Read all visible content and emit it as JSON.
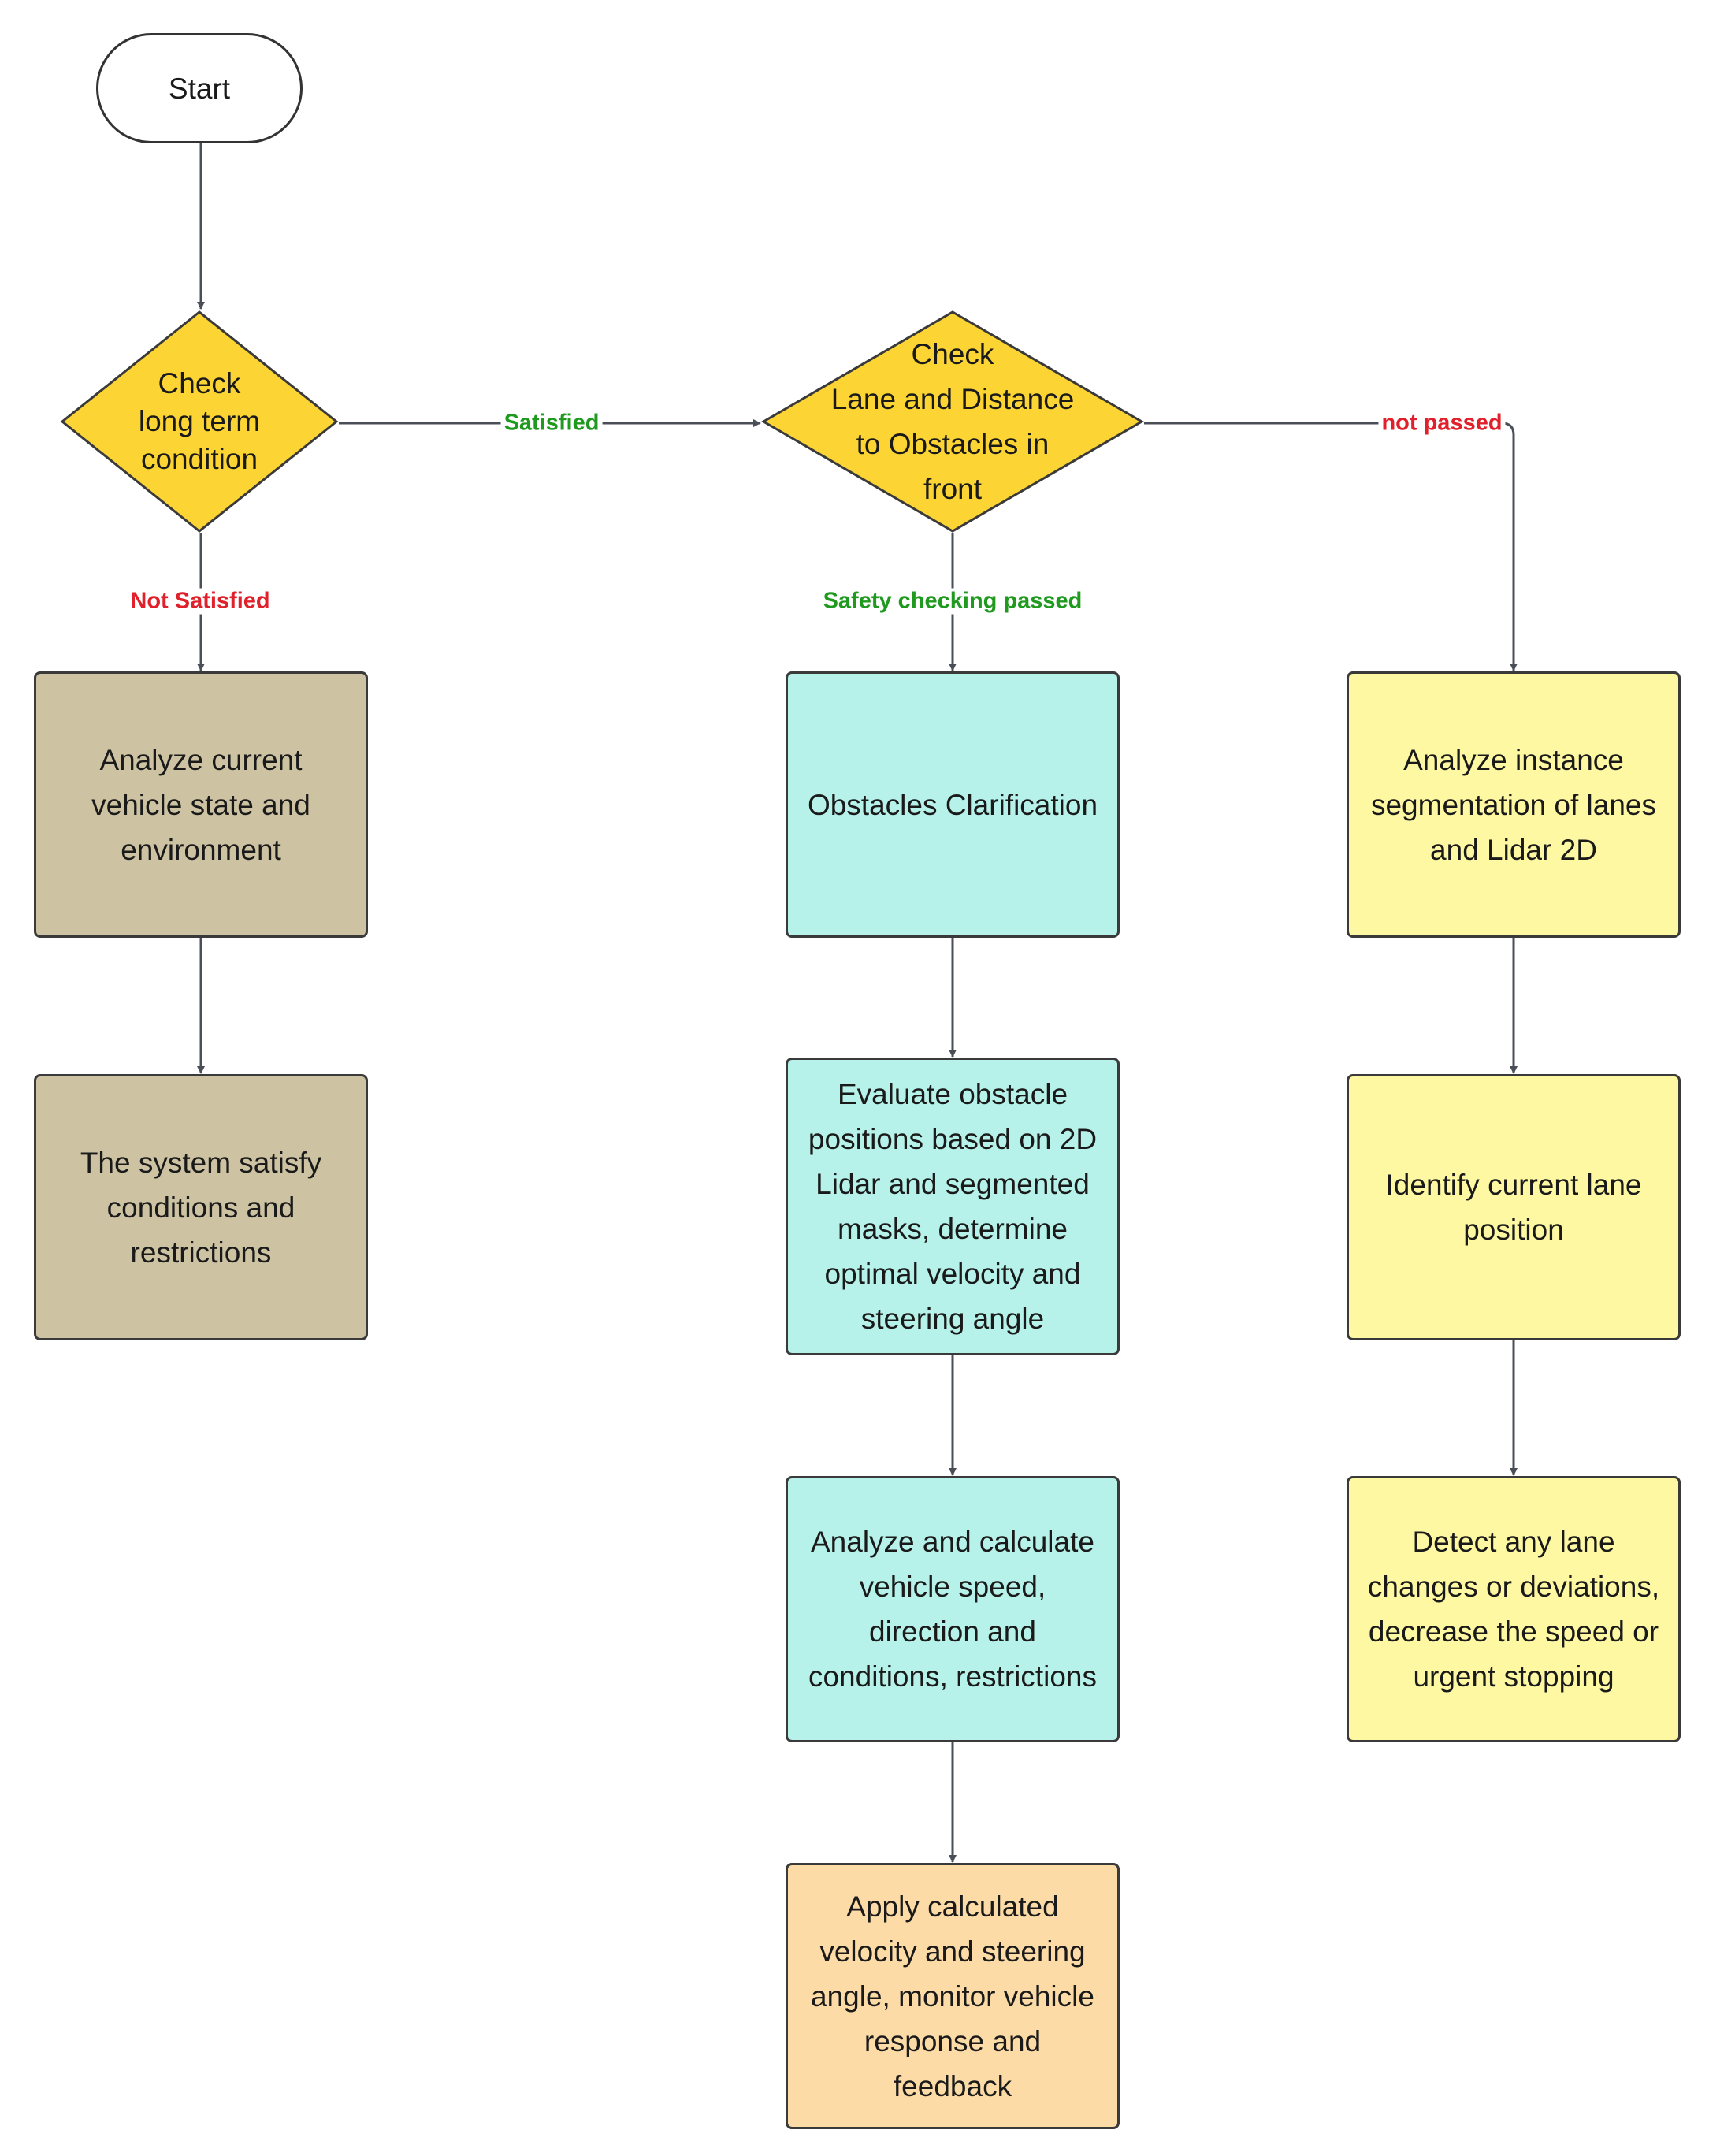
{
  "colors": {
    "terminal_fill": "#ffffff",
    "decision_fill": "#fcd535",
    "left_branch_fill": "#cdc3a3",
    "center_branch_fill": "#b6f2e9",
    "right_branch_fill": "#fef8a3",
    "final_action_fill": "#fcdba6",
    "arrow": "#4a4f57",
    "label_green": "#1f9a1f",
    "label_red": "#e0202a"
  },
  "nodes": {
    "start": "Start",
    "check_long_term": "Check\nlong term\ncondition",
    "check_lane_distance": "Check\nLane and Distance\nto Obstacles in\nfront",
    "analyze_vehicle_state": "Analyze current\nvehicle state and\nenvironment",
    "system_satisfy": "The system satisfy\nconditions and\nrestrictions",
    "obstacles_clarification": "Obstacles Clarification",
    "evaluate_obstacle": "Evaluate obstacle\npositions based on 2D\nLidar and segmented\nmasks, determine\noptimal velocity and\nsteering angle",
    "analyze_calculate": "Analyze and calculate\nvehicle speed,\ndirection and\nconditions, restrictions",
    "apply_calculated": "Apply calculated\nvelocity and steering\nangle, monitor vehicle\nresponse and\nfeedback",
    "analyze_instance": "Analyze instance\nsegmentation of lanes\nand Lidar 2D",
    "identify_lane": "Identify current lane\nposition",
    "detect_lane_changes": "Detect any lane\nchanges or deviations,\ndecrease the speed or\nurgent stopping"
  },
  "edge_labels": {
    "satisfied": "Satisfied",
    "not_satisfied": "Not Satisfied",
    "safety_passed": "Safety checking passed",
    "not_passed": "not passed"
  }
}
